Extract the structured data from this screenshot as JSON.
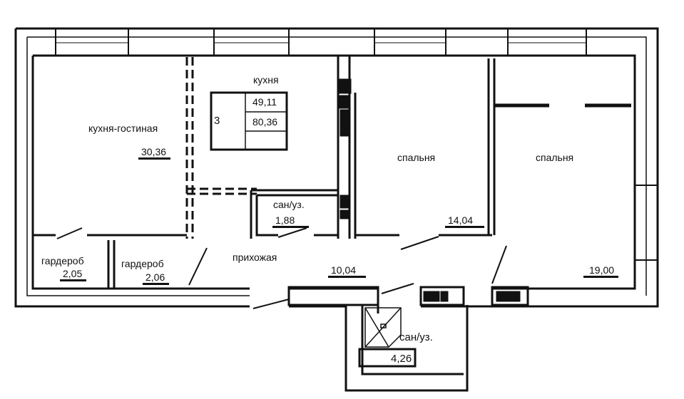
{
  "plan": {
    "apartment": {
      "rooms_count": "3",
      "living_area": "49,11",
      "total_area": "80,36"
    },
    "rooms": [
      {
        "name": "кухня-гостиная",
        "area": "30,36"
      },
      {
        "name": "кухня"
      },
      {
        "name": "сан/уз.",
        "area": "1,88"
      },
      {
        "name": "спальня",
        "area": "14,04"
      },
      {
        "name": "спальня",
        "area": "19,00"
      },
      {
        "name": "гардероб",
        "area": "2,05"
      },
      {
        "name": "гардероб",
        "area": "2,06"
      },
      {
        "name": "прихожая",
        "area": "10,04"
      },
      {
        "name": "сан/уз.",
        "area": "4,26"
      }
    ]
  }
}
